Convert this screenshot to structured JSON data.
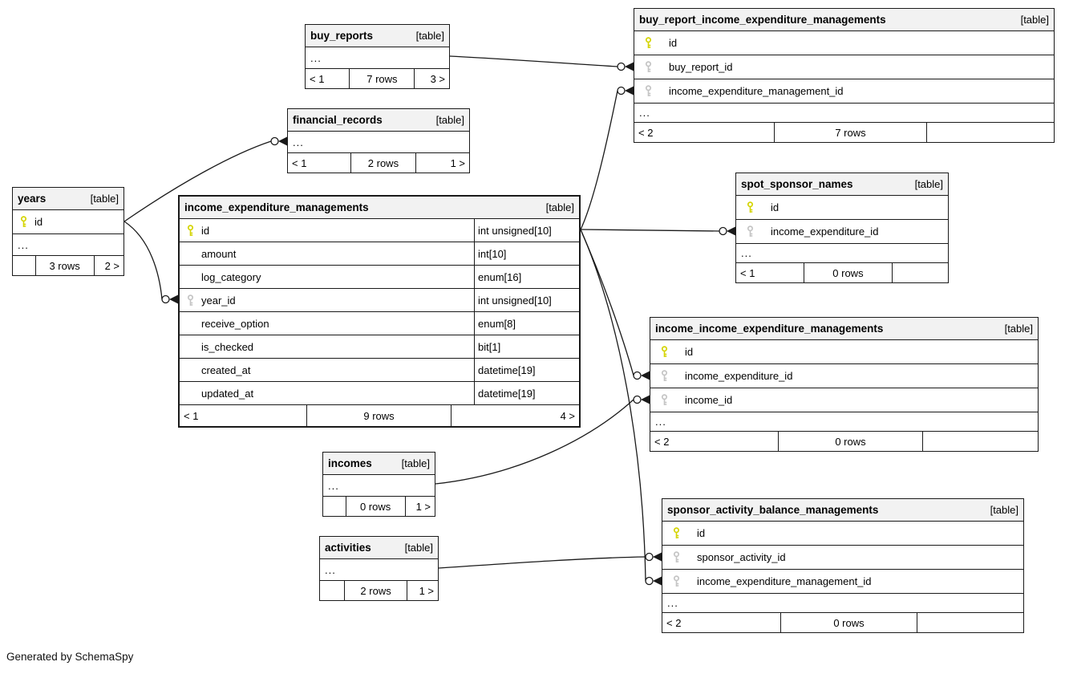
{
  "generated_by": "Generated by SchemaSpy",
  "colors": {
    "primary_key_icon": "#d4d400",
    "foreign_key_icon": "#c4c4c4",
    "table_header_bg": "#f2f2f2",
    "border": "#1a1a1a",
    "relationship_line": "#1a1a1a"
  },
  "tables": [
    {
      "name": "buy_reports",
      "type_label": "[table]",
      "ellipsis": "...",
      "footer": {
        "left": "< 1",
        "center": "7 rows",
        "right": "3 >"
      }
    },
    {
      "name": "buy_report_income_expenditure_managements",
      "type_label": "[table]",
      "ellipsis": "...",
      "columns": [
        {
          "key": "pk",
          "name": "id"
        },
        {
          "key": "fk",
          "name": "buy_report_id"
        },
        {
          "key": "fk",
          "name": "income_expenditure_management_id"
        }
      ],
      "footer": {
        "left": "< 2",
        "center": "7 rows",
        "right": ""
      }
    },
    {
      "name": "financial_records",
      "type_label": "[table]",
      "ellipsis": "...",
      "footer": {
        "left": "< 1",
        "center": "2 rows",
        "right": "1 >"
      }
    },
    {
      "name": "years",
      "type_label": "[table]",
      "ellipsis": "...",
      "columns": [
        {
          "key": "pk",
          "name": "id"
        }
      ],
      "footer": {
        "left": "",
        "center": "3 rows",
        "right": "2 >"
      }
    },
    {
      "name": "income_expenditure_managements",
      "type_label": "[table]",
      "columns": [
        {
          "key": "pk",
          "name": "id",
          "type": "int unsigned[10]"
        },
        {
          "key": "",
          "name": "amount",
          "type": "int[10]"
        },
        {
          "key": "",
          "name": "log_category",
          "type": "enum[16]"
        },
        {
          "key": "fk",
          "name": "year_id",
          "type": "int unsigned[10]"
        },
        {
          "key": "",
          "name": "receive_option",
          "type": "enum[8]"
        },
        {
          "key": "",
          "name": "is_checked",
          "type": "bit[1]"
        },
        {
          "key": "",
          "name": "created_at",
          "type": "datetime[19]"
        },
        {
          "key": "",
          "name": "updated_at",
          "type": "datetime[19]"
        }
      ],
      "footer": {
        "left": "< 1",
        "center": "9 rows",
        "right": "4 >"
      }
    },
    {
      "name": "spot_sponsor_names",
      "type_label": "[table]",
      "ellipsis": "...",
      "columns": [
        {
          "key": "pk",
          "name": "id"
        },
        {
          "key": "fk",
          "name": "income_expenditure_id"
        }
      ],
      "footer": {
        "left": "< 1",
        "center": "0 rows",
        "right": ""
      }
    },
    {
      "name": "income_income_expenditure_managements",
      "type_label": "[table]",
      "ellipsis": "...",
      "columns": [
        {
          "key": "pk",
          "name": "id"
        },
        {
          "key": "fk",
          "name": "income_expenditure_id"
        },
        {
          "key": "fk",
          "name": "income_id"
        }
      ],
      "footer": {
        "left": "< 2",
        "center": "0 rows",
        "right": ""
      }
    },
    {
      "name": "incomes",
      "type_label": "[table]",
      "ellipsis": "...",
      "footer": {
        "left": "",
        "center": "0 rows",
        "right": "1 >"
      }
    },
    {
      "name": "activities",
      "type_label": "[table]",
      "ellipsis": "...",
      "footer": {
        "left": "",
        "center": "2 rows",
        "right": "1 >"
      }
    },
    {
      "name": "sponsor_activity_balance_managements",
      "type_label": "[table]",
      "ellipsis": "...",
      "columns": [
        {
          "key": "pk",
          "name": "id"
        },
        {
          "key": "fk",
          "name": "sponsor_activity_id"
        },
        {
          "key": "fk",
          "name": "income_expenditure_management_id"
        }
      ],
      "footer": {
        "left": "< 2",
        "center": "0 rows",
        "right": ""
      }
    }
  ],
  "relationships": [
    {
      "from": "buy_reports",
      "to": "buy_report_income_expenditure_managements.buy_report_id"
    },
    {
      "from": "income_expenditure_managements.id",
      "to": "buy_report_income_expenditure_managements.income_expenditure_management_id"
    },
    {
      "from": "income_expenditure_managements.id",
      "to": "spot_sponsor_names.income_expenditure_id"
    },
    {
      "from": "income_expenditure_managements.id",
      "to": "income_income_expenditure_managements.income_expenditure_id"
    },
    {
      "from": "income_expenditure_managements.id",
      "to": "sponsor_activity_balance_managements.income_expenditure_management_id"
    },
    {
      "from": "incomes",
      "to": "income_income_expenditure_managements.income_id"
    },
    {
      "from": "activities",
      "to": "sponsor_activity_balance_managements.sponsor_activity_id"
    },
    {
      "from": "years.id",
      "to": "financial_records"
    },
    {
      "from": "years.id",
      "to": "income_expenditure_managements.year_id"
    }
  ]
}
